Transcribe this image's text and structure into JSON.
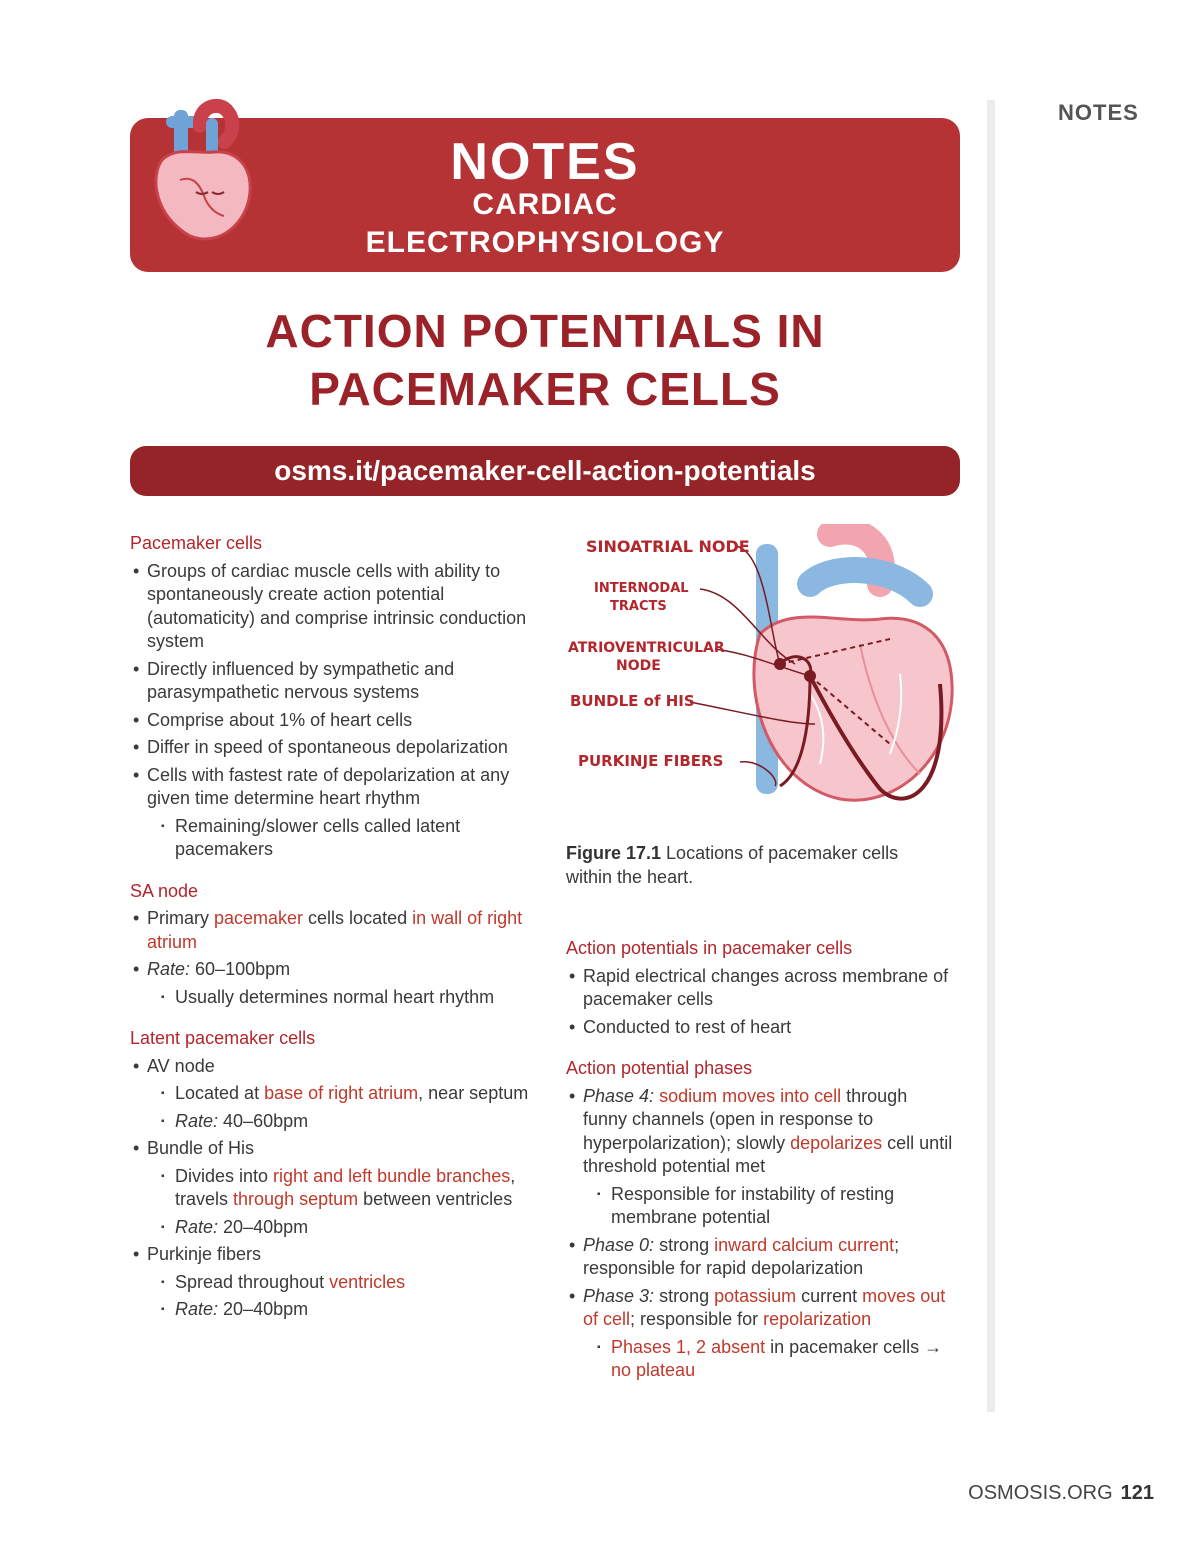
{
  "side_label": "NOTES",
  "banner": {
    "title": "NOTES",
    "subtitle_line1": "CARDIAC",
    "subtitle_line2": "ELECTROPHYSIOLOGY"
  },
  "page_title": {
    "line1": "ACTION POTENTIALS IN",
    "line2": "PACEMAKER CELLS"
  },
  "link": "osms.it/pacemaker-cell-action-potentials",
  "colors": {
    "banner": "#b53235",
    "link_bar": "#952428",
    "heading": "#b2262c",
    "highlight": "#c0392b"
  },
  "left_column": {
    "pacemaker_cells": {
      "heading": "Pacemaker cells",
      "b1": "Groups of cardiac muscle cells with ability to spontaneously create action potential (automaticity) and comprise intrinsic conduction system",
      "b2": "Directly influenced by sympathetic and parasympathetic nervous systems",
      "b3": "Comprise about 1% of heart cells",
      "b4": "Differ in speed of spontaneous depolarization",
      "b5": "Cells with fastest rate of depolarization at any given time determine heart rhythm",
      "b5_sub": "Remaining/slower cells called latent pacemakers"
    },
    "sa_node": {
      "heading": "SA node",
      "b1_a": "Primary ",
      "b1_b": "pacemaker",
      "b1_c": " cells located ",
      "b1_d": "in wall of right atrium",
      "b2_label": "Rate:",
      "b2_value": " 60–100bpm",
      "b2_sub": "Usually determines normal heart rhythm"
    },
    "latent": {
      "heading": "Latent pacemaker cells",
      "av": "AV node",
      "av_loc_a": "Located at ",
      "av_loc_b": "base of right atrium",
      "av_loc_c": ", near septum",
      "av_rate_label": "Rate:",
      "av_rate_value": " 40–60bpm",
      "his": "Bundle of His",
      "his_a": "Divides into ",
      "his_b": "right and left bundle branches",
      "his_c": ", travels ",
      "his_d": "through septum",
      "his_e": " between ventricles",
      "his_rate_label": "Rate:",
      "his_rate_value": " 20–40bpm",
      "purk": "Purkinje fibers",
      "purk_a": "Spread throughout ",
      "purk_b": "ventricles",
      "purk_rate_label": "Rate:",
      "purk_rate_value": " 20–40bpm"
    }
  },
  "figure": {
    "labels": {
      "sa": "SINOATRIAL NODE",
      "internodal1": "INTERNODAL",
      "internodal2": "TRACTS",
      "av1": "ATRIOVENTRICULAR",
      "av2": "NODE",
      "his": "BUNDLE of HIS",
      "purkinje": "PURKINJE FIBERS"
    },
    "caption_label": "Figure 17.1",
    "caption_text": " Locations of pacemaker cells within the heart."
  },
  "right_column": {
    "ap": {
      "heading": "Action potentials in pacemaker cells",
      "b1": "Rapid electrical changes across membrane of pacemaker cells",
      "b2": "Conducted to rest of heart"
    },
    "phases": {
      "heading": "Action potential phases",
      "p4_label": "Phase 4:",
      "p4_a": " ",
      "p4_b": "sodium moves into cell",
      "p4_c": " through funny channels (open in response to hyperpolarization); slowly ",
      "p4_d": "depolarizes",
      "p4_e": " cell until threshold potential met",
      "p4_sub": "Responsible for instability of resting membrane potential",
      "p0_label": "Phase 0:",
      "p0_a": " strong ",
      "p0_b": "inward calcium current",
      "p0_c": "; responsible for rapid depolarization",
      "p3_label": "Phase 3:",
      "p3_a": " strong ",
      "p3_b": "potassium",
      "p3_c": " current ",
      "p3_d": "moves out of cell",
      "p3_e": "; responsible for ",
      "p3_f": "repolarization",
      "p3_sub_a": "Phases 1, 2 absent",
      "p3_sub_b": " in pacemaker cells → ",
      "p3_sub_c": "no plateau"
    }
  },
  "footer": {
    "site": "OSMOSIS.ORG",
    "page": "121"
  }
}
